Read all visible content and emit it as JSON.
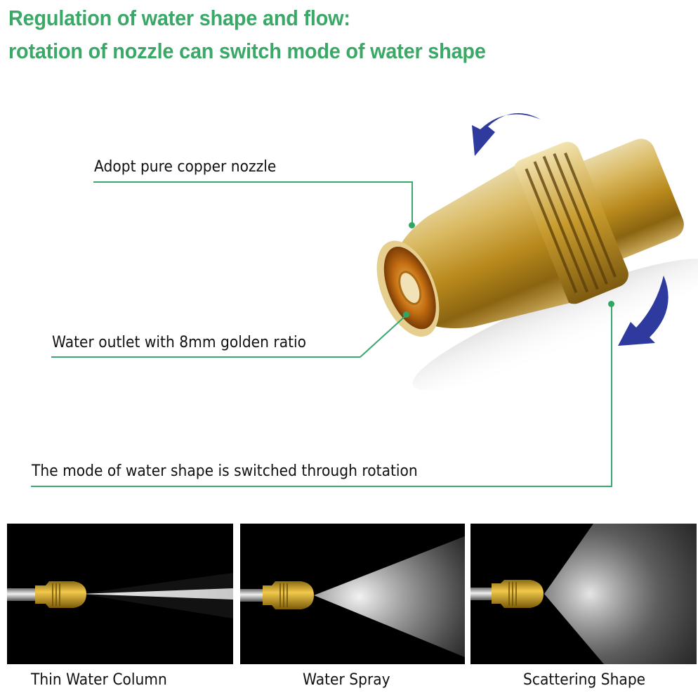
{
  "header": {
    "title_line1": "Regulation of water shape and flow:",
    "title_line2": "rotation of nozzle can switch mode of water shape",
    "color": "#3aa866"
  },
  "product": {
    "name": "brass-nozzle",
    "rotation_arrow_color": "#2e3a9e",
    "callouts": [
      {
        "label": "Adopt pure copper nozzle",
        "target": "nozzle-body"
      },
      {
        "label": "Water outlet with 8mm golden ratio",
        "target": "water-outlet"
      },
      {
        "label": "The mode of water shape is switched through rotation",
        "target": "knurled-ring"
      }
    ],
    "leader_line_color": "#3aa86e"
  },
  "modes": [
    {
      "label": "Thin Water Column",
      "spray": "jet"
    },
    {
      "label": "Water Spray",
      "spray": "cone"
    },
    {
      "label": "Scattering Shape",
      "spray": "wide-fan"
    }
  ]
}
